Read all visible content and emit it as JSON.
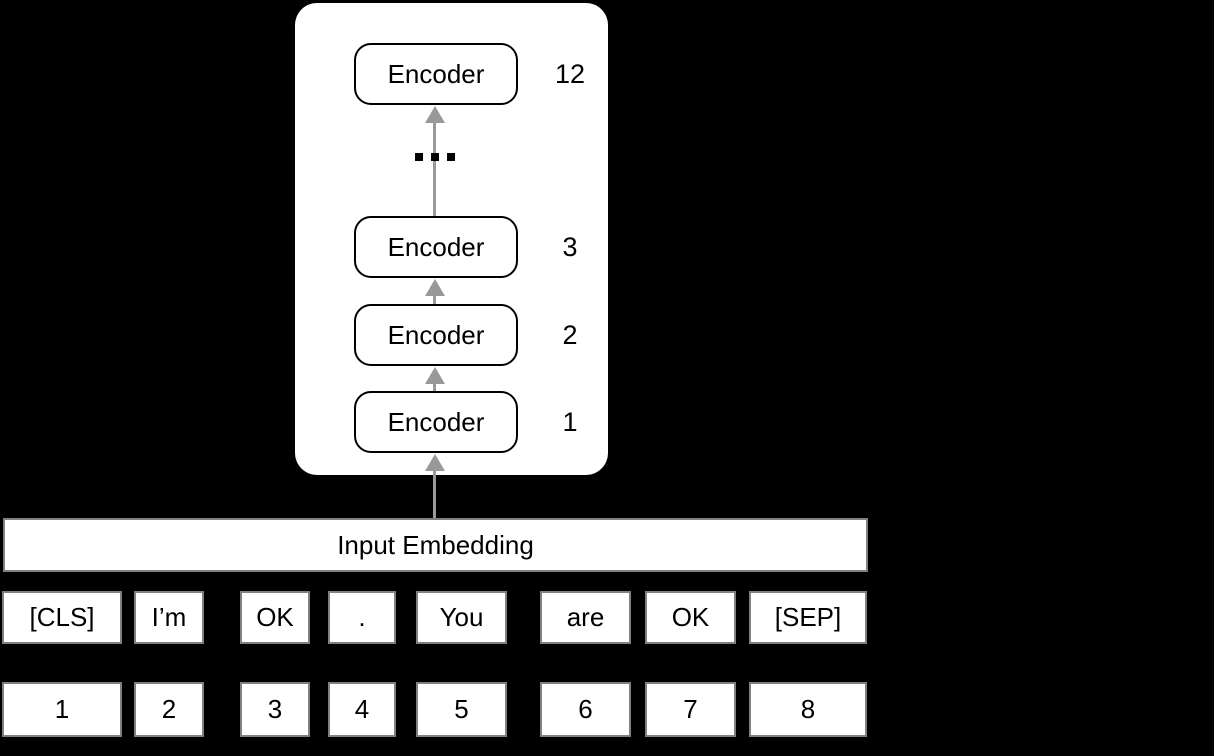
{
  "encoder_stack": {
    "layers": [
      {
        "label": "Encoder",
        "index": "12"
      },
      {
        "label": "Encoder",
        "index": "3"
      },
      {
        "label": "Encoder",
        "index": "2"
      },
      {
        "label": "Encoder",
        "index": "1"
      }
    ],
    "ellipsis": "..."
  },
  "input_embedding": {
    "label": "Input Embedding"
  },
  "tokens": [
    "[CLS]",
    "I’m",
    "OK",
    ".",
    "You",
    "are",
    "OK",
    "[SEP]"
  ],
  "positions": [
    "1",
    "2",
    "3",
    "4",
    "5",
    "6",
    "7",
    "8"
  ],
  "colors": {
    "background": "#000000",
    "box_fill": "#ffffff",
    "encoder_border": "#000000",
    "gray_border": "#808080",
    "arrow": "#999999",
    "text": "#000000"
  }
}
